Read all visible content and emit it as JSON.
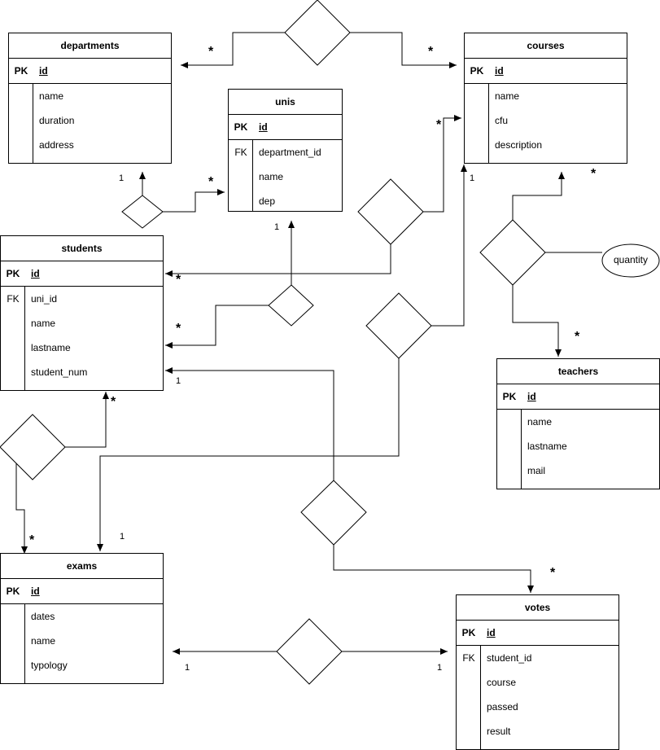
{
  "entities": {
    "departments": {
      "title": "departments",
      "pk": "PK",
      "pk_field": "id",
      "rows": [
        {
          "key": "",
          "name": "name"
        },
        {
          "key": "",
          "name": "duration"
        },
        {
          "key": "",
          "name": "address"
        }
      ]
    },
    "courses": {
      "title": "courses",
      "pk": "PK",
      "pk_field": "id",
      "rows": [
        {
          "key": "",
          "name": "name"
        },
        {
          "key": "",
          "name": "cfu"
        },
        {
          "key": "",
          "name": "description"
        }
      ]
    },
    "unis": {
      "title": "unis",
      "pk": "PK",
      "pk_field": "id",
      "rows": [
        {
          "key": "FK",
          "name": "department_id"
        },
        {
          "key": "",
          "name": "name"
        },
        {
          "key": "",
          "name": "dep"
        }
      ]
    },
    "students": {
      "title": "students",
      "pk": "PK",
      "pk_field": "id",
      "rows": [
        {
          "key": "FK",
          "name": "uni_id"
        },
        {
          "key": "",
          "name": "name"
        },
        {
          "key": "",
          "name": "lastname"
        },
        {
          "key": "",
          "name": "student_num"
        }
      ]
    },
    "teachers": {
      "title": "teachers",
      "pk": "PK",
      "pk_field": "id",
      "rows": [
        {
          "key": "",
          "name": "name"
        },
        {
          "key": "",
          "name": "lastname"
        },
        {
          "key": "",
          "name": "mail"
        }
      ]
    },
    "exams": {
      "title": "exams",
      "pk": "PK",
      "pk_field": "id",
      "rows": [
        {
          "key": "",
          "name": "dates"
        },
        {
          "key": "",
          "name": "name"
        },
        {
          "key": "",
          "name": "typology"
        }
      ]
    },
    "votes": {
      "title": "votes",
      "pk": "PK",
      "pk_field": "id",
      "rows": [
        {
          "key": "FK",
          "name": "student_id"
        },
        {
          "key": "",
          "name": "course"
        },
        {
          "key": "",
          "name": "passed"
        },
        {
          "key": "",
          "name": "result"
        }
      ]
    }
  },
  "attribute": {
    "label": "quantity"
  },
  "labels": {
    "one": "1",
    "many": "*"
  },
  "colors": {
    "line": "#000000",
    "fill": "#ffffff"
  }
}
